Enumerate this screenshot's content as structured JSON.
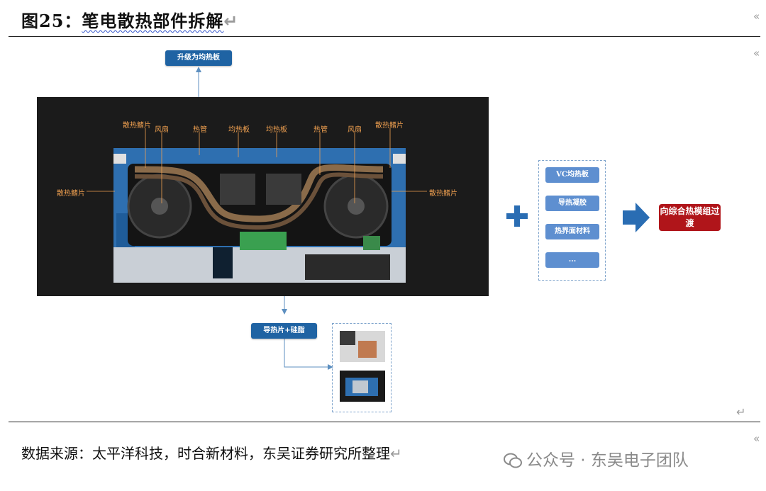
{
  "title": {
    "prefix": "图25：",
    "text": "笔电散热部件拆解"
  },
  "para_mark": "↵",
  "left_mark": "«",
  "callouts": {
    "fin_tl": "散热鳍片",
    "fan_l": "风扇",
    "pipe_l": "热管",
    "vc_l": "均热板",
    "vc_r": "均热板",
    "pipe_r": "热管",
    "fan_r": "风扇",
    "fin_tr": "散热鳍片",
    "fin_ml": "散热鳍片",
    "fin_mr": "散热鳍片"
  },
  "top_box": "升级为均热板",
  "bottom_box": "导热片+硅脂",
  "material_list": [
    "VC均热板",
    "导热凝胶",
    "热界面材料",
    "..."
  ],
  "plus": "+",
  "result_box": "向综合热模组过渡",
  "source": "数据来源：太平洋科技，时合新材料，东吴证券研究所整理",
  "watermark": {
    "brand": "公众号 · 东吴电子团队"
  },
  "colors": {
    "accent_blue": "#1f63a3",
    "light_blue": "#5e8fd0",
    "arrow_blue": "#2a6db3",
    "red": "#b0151a",
    "callout_orange": "#f0a050"
  }
}
